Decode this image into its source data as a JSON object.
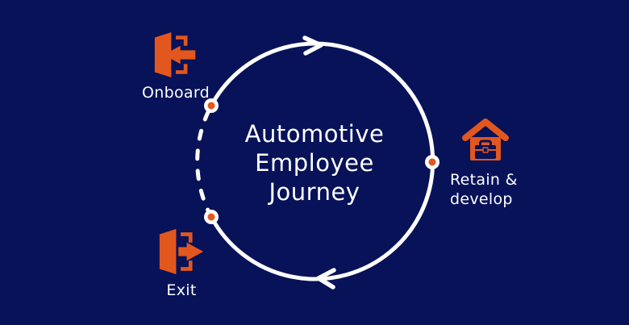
{
  "title": {
    "line1": "Automotive",
    "line2": "Employee",
    "line3": "Journey"
  },
  "stages": {
    "onboard": {
      "label": "Onboard",
      "icon": "door-enter-icon"
    },
    "retain": {
      "label_line1": "Retain &",
      "label_line2": "develop",
      "icon": "house-briefcase-icon"
    },
    "exit": {
      "label": "Exit",
      "icon": "door-exit-icon"
    }
  },
  "cycle": {
    "direction": "clockwise",
    "node_count": 3,
    "dashed_segment": "between exit and onboard nodes (left side)"
  },
  "colors": {
    "background": "#071259",
    "orange": "#E2571E",
    "white": "#FFFFFF"
  }
}
